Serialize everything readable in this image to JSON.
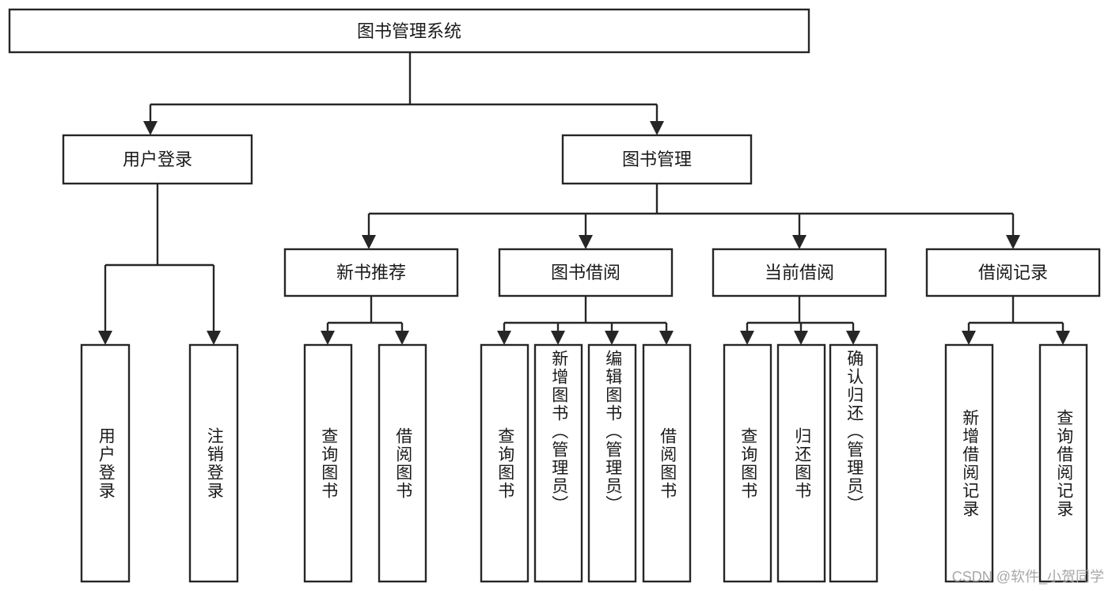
{
  "diagram": {
    "type": "tree",
    "title": "图书管理系统",
    "watermark": "CSDN @软件_小贺同学",
    "colors": {
      "stroke": "#262626",
      "fill": "#ffffff",
      "text": "#1a1a1a",
      "watermark": "#a8a8a8"
    },
    "root": {
      "label": "图书管理系统"
    },
    "level2": [
      {
        "label": "用户登录"
      },
      {
        "label": "图书管理"
      }
    ],
    "level3": [
      {
        "label": "新书推荐"
      },
      {
        "label": "图书借阅"
      },
      {
        "label": "当前借阅"
      },
      {
        "label": "借阅记录"
      }
    ],
    "leaves": {
      "user_login": [
        {
          "label": "用户登录"
        },
        {
          "label": "注销登录"
        }
      ],
      "new_book_recommend": [
        {
          "label": "查询图书"
        },
        {
          "label": "借阅图书"
        }
      ],
      "book_borrow": [
        {
          "label": "查询图书"
        },
        {
          "label": "新增图书（管理员）"
        },
        {
          "label": "编辑图书（管理员）"
        },
        {
          "label": "借阅图书"
        }
      ],
      "current_borrow": [
        {
          "label": "查询图书"
        },
        {
          "label": "归还图书"
        },
        {
          "label": "确认归还（管理员）"
        }
      ],
      "borrow_record": [
        {
          "label": "新增借阅记录"
        },
        {
          "label": "查询借阅记录"
        }
      ]
    }
  }
}
